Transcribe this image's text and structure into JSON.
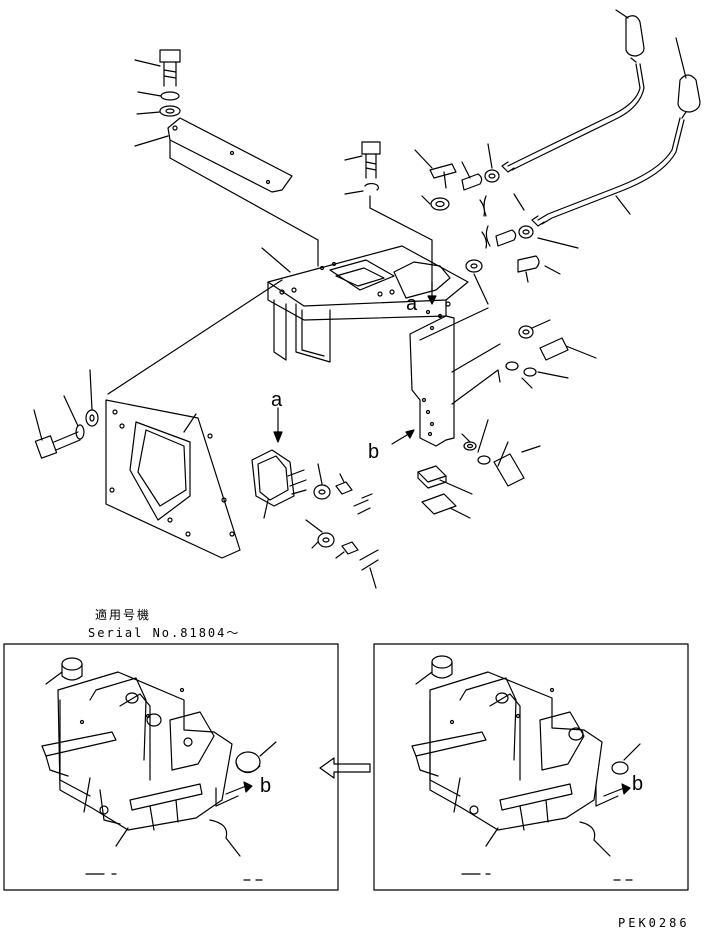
{
  "applicable_title": "適用号機",
  "serial_text": "Serial No.81804〜",
  "callouts": {
    "a_top": "a",
    "a_mid": "a",
    "b_main": "b",
    "b_left_detail": "b",
    "b_right_detail": "b"
  },
  "drawing_code": "PEK0286"
}
